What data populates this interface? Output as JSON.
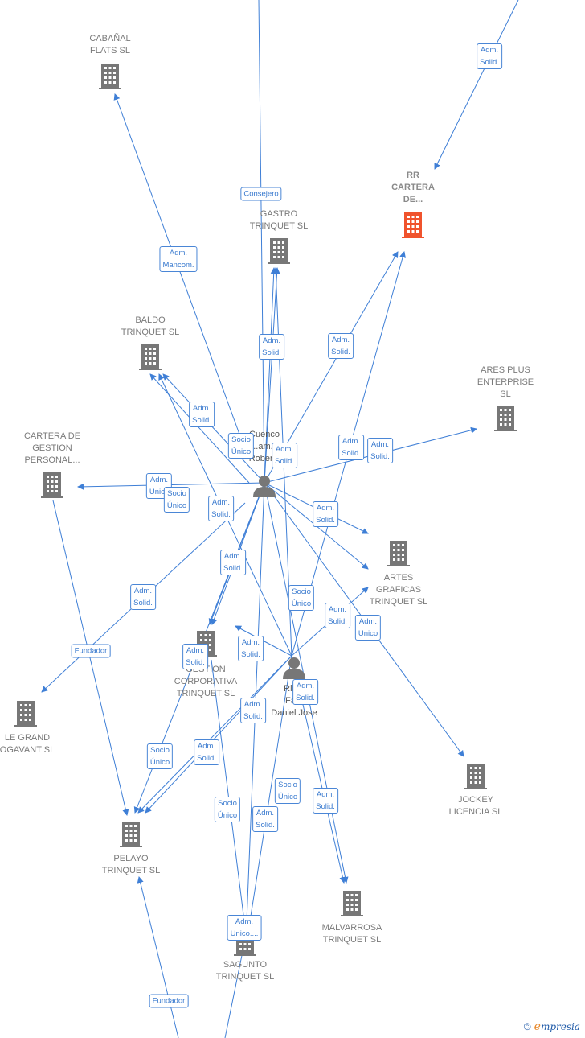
{
  "colors": {
    "edge": "#3f7fd6",
    "node": "#777777",
    "highlight": "#f0532d",
    "badge_text": "#3b7bcf"
  },
  "companies": [
    {
      "id": "cabanal",
      "lines": [
        "CABAÑAL",
        "FLATS  SL"
      ],
      "icon": "building-icon",
      "highlight": false
    },
    {
      "id": "rr",
      "lines": [
        "RR",
        "CARTERA",
        "DE..."
      ],
      "icon": "building-icon",
      "highlight": true
    },
    {
      "id": "gastro",
      "lines": [
        "GASTRO",
        "TRINQUET  SL"
      ],
      "icon": "building-icon",
      "highlight": false
    },
    {
      "id": "baldo",
      "lines": [
        "BALDO",
        "TRINQUET  SL"
      ],
      "icon": "building-icon",
      "highlight": false
    },
    {
      "id": "ares",
      "lines": [
        "ARES PLUS",
        "ENTERPRISE",
        "SL"
      ],
      "icon": "building-icon",
      "highlight": false
    },
    {
      "id": "cartera",
      "lines": [
        "CARTERA DE",
        "GESTION",
        "PERSONAL..."
      ],
      "icon": "building-icon",
      "highlight": false
    },
    {
      "id": "artes",
      "lines": [
        "ARTES",
        "GRAFICAS",
        "TRINQUET  SL"
      ],
      "icon": "building-icon",
      "highlight": false
    },
    {
      "id": "gestion",
      "lines": [
        "GESTION",
        "CORPORATIVA",
        "TRINQUET  SL"
      ],
      "icon": "building-icon",
      "highlight": false
    },
    {
      "id": "legrand",
      "lines": [
        "LE GRAND",
        "OGAVANT  SL"
      ],
      "icon": "building-icon",
      "highlight": false
    },
    {
      "id": "jockey",
      "lines": [
        "JOCKEY",
        "LICENCIA  SL"
      ],
      "icon": "building-icon",
      "highlight": false
    },
    {
      "id": "pelayo",
      "lines": [
        "PELAYO",
        "TRINQUET  SL"
      ],
      "icon": "building-icon",
      "highlight": false
    },
    {
      "id": "malvarrosa",
      "lines": [
        "MALVARROSA",
        "TRINQUET  SL"
      ],
      "icon": "building-icon",
      "highlight": false
    },
    {
      "id": "sagunto",
      "lines": [
        "SAGUNTO",
        "TRINQUET  SL"
      ],
      "icon": "building-icon",
      "highlight": false
    }
  ],
  "persons": [
    {
      "id": "p1",
      "lines": [
        "Cuenco",
        "...am...",
        "Rober..."
      ],
      "icon": "person-icon"
    },
    {
      "id": "p2",
      "lines": [
        "Rib...",
        "Fa...",
        "Daniel Jose"
      ],
      "icon": "person-icon"
    }
  ],
  "badges": [
    "Adm.\nSolid.",
    "Consejero",
    "Adm.\nMancom.",
    "Adm.\nSolid.",
    "Adm.\nSolid.",
    "Adm.\nSolid.",
    "Socio\nÚnico",
    "Adm.\nSolid.",
    "Adm.\nSolid.",
    "Adm.\nSolid.",
    "Adm.\nUnico",
    "Socio\nÚnico",
    "Adm.\nSolid.",
    "Adm.\nSolid.",
    "Adm.\nSolid.",
    "Adm.\nSolid.",
    "Socio\nÚnico",
    "Adm.\nSolid.",
    "Adm.\nUnico",
    "Fundador",
    "Adm.\nSolid.",
    "Adm.\nSolid.",
    "Adm.\nSolid.",
    "Adm.\nSolid.",
    "Socio\nÚnico",
    "Adm.\nSolid.",
    "Socio\nÚnico",
    "Socio\nÚnico",
    "Adm.\nSolid.",
    "Adm.\nSolid.",
    "Adm.\nUnico....",
    "Fundador"
  ],
  "footer": {
    "copyright": "©",
    "brand_first": "e",
    "brand_rest": "mpresia"
  }
}
